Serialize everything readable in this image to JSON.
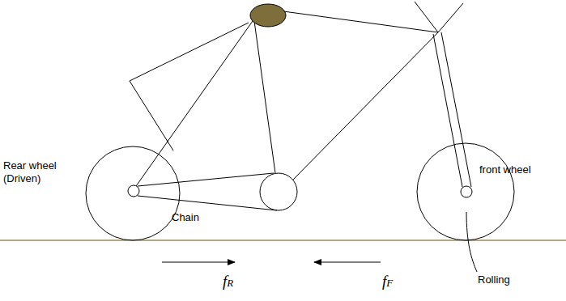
{
  "diagram": {
    "labels": [
      "Rear wheel (Driven)",
      "Chain",
      "front wheel",
      "Rolling",
      "fR",
      "fF"
    ]
  }
}
